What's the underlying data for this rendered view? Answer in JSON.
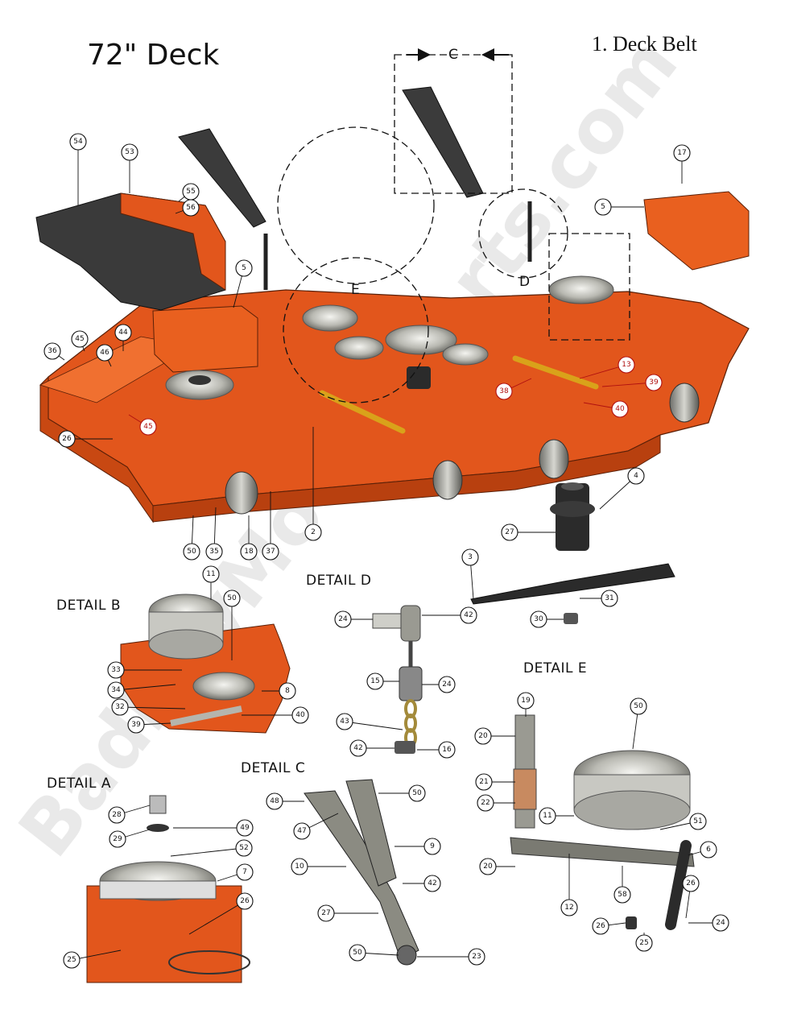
{
  "header": {
    "title": "72\" Deck",
    "subtitle": "1. Deck Belt"
  },
  "watermark": "BadBoyMowerParts.com",
  "sections": {
    "c": "C",
    "d": "D",
    "e": "E"
  },
  "details": {
    "b": "DETAIL  B",
    "d": "DETAIL  D",
    "e": "DETAIL  E",
    "a": "DETAIL  A",
    "c": "DETAIL  C"
  },
  "colors": {
    "deck": "#e2561c",
    "deck_dark": "#b8400f",
    "metal": "#9a9a92",
    "dark": "#2b2b2b",
    "callout_red": "#b01010"
  },
  "callouts": [
    {
      "n": "54",
      "red": false
    },
    {
      "n": "53",
      "red": false
    },
    {
      "n": "55",
      "red": false
    },
    {
      "n": "56",
      "red": false
    },
    {
      "n": "5",
      "red": false
    },
    {
      "n": "17",
      "red": false
    },
    {
      "n": "5",
      "red": false
    },
    {
      "n": "36",
      "red": false
    },
    {
      "n": "45",
      "red": false
    },
    {
      "n": "44",
      "red": false
    },
    {
      "n": "46",
      "red": false
    },
    {
      "n": "45",
      "red": true
    },
    {
      "n": "26",
      "red": false
    },
    {
      "n": "13",
      "red": true
    },
    {
      "n": "39",
      "red": true
    },
    {
      "n": "38",
      "red": true
    },
    {
      "n": "40",
      "red": true
    },
    {
      "n": "4",
      "red": false
    },
    {
      "n": "27",
      "red": false
    },
    {
      "n": "50",
      "red": false
    },
    {
      "n": "35",
      "red": false
    },
    {
      "n": "18",
      "red": false
    },
    {
      "n": "37",
      "red": false
    },
    {
      "n": "2",
      "red": false
    },
    {
      "n": "11",
      "red": false
    },
    {
      "n": "50",
      "red": false
    },
    {
      "n": "33",
      "red": false
    },
    {
      "n": "34",
      "red": false
    },
    {
      "n": "32",
      "red": false
    },
    {
      "n": "8",
      "red": false
    },
    {
      "n": "39",
      "red": false
    },
    {
      "n": "40",
      "red": false
    },
    {
      "n": "24",
      "red": false
    },
    {
      "n": "42",
      "red": false
    },
    {
      "n": "15",
      "red": false
    },
    {
      "n": "24",
      "red": false
    },
    {
      "n": "43",
      "red": false
    },
    {
      "n": "42",
      "red": false
    },
    {
      "n": "16",
      "red": false
    },
    {
      "n": "3",
      "red": false
    },
    {
      "n": "31",
      "red": false
    },
    {
      "n": "30",
      "red": false
    },
    {
      "n": "19",
      "red": false
    },
    {
      "n": "50",
      "red": false
    },
    {
      "n": "20",
      "red": false
    },
    {
      "n": "21",
      "red": false
    },
    {
      "n": "22",
      "red": false
    },
    {
      "n": "11",
      "red": false
    },
    {
      "n": "51",
      "red": false
    },
    {
      "n": "6",
      "red": false
    },
    {
      "n": "20",
      "red": false
    },
    {
      "n": "12",
      "red": false
    },
    {
      "n": "58",
      "red": false
    },
    {
      "n": "26",
      "red": false
    },
    {
      "n": "26",
      "red": false
    },
    {
      "n": "25",
      "red": false
    },
    {
      "n": "24",
      "red": false
    },
    {
      "n": "48",
      "red": false
    },
    {
      "n": "50",
      "red": false
    },
    {
      "n": "47",
      "red": false
    },
    {
      "n": "9",
      "red": false
    },
    {
      "n": "10",
      "red": false
    },
    {
      "n": "42",
      "red": false
    },
    {
      "n": "27",
      "red": false
    },
    {
      "n": "50",
      "red": false
    },
    {
      "n": "23",
      "red": false
    },
    {
      "n": "28",
      "red": false
    },
    {
      "n": "29",
      "red": false
    },
    {
      "n": "49",
      "red": false
    },
    {
      "n": "52",
      "red": false
    },
    {
      "n": "7",
      "red": false
    },
    {
      "n": "26",
      "red": false
    },
    {
      "n": "25",
      "red": false
    }
  ]
}
